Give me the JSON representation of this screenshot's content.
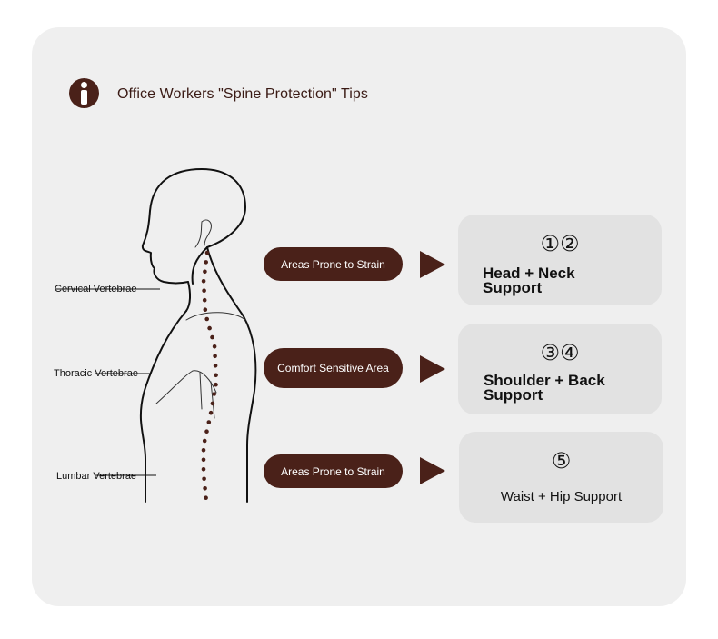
{
  "title": "Office Workers \"Spine Protection\" Tips",
  "icons": {
    "info": "info-icon",
    "arrow": "play-arrow-icon"
  },
  "colors": {
    "accent": "#4a2119",
    "card": "#efefef",
    "box": "#e2e2e2"
  },
  "vertebrae_labels": [
    {
      "label": "Cervical Vertebrae"
    },
    {
      "label": "Thoracic Vertebrae"
    },
    {
      "label": "Lumbar Vertebrae"
    }
  ],
  "rows": [
    {
      "pill": "Areas Prone to Strain",
      "number": "①②",
      "support": "Head + Neck Support"
    },
    {
      "pill": "Comfort Sensitive Area",
      "number": "③④",
      "support": "Shoulder + Back Support"
    },
    {
      "pill": "Areas Prone to Strain",
      "number": "⑤",
      "support": "Waist + Hip Support"
    }
  ]
}
